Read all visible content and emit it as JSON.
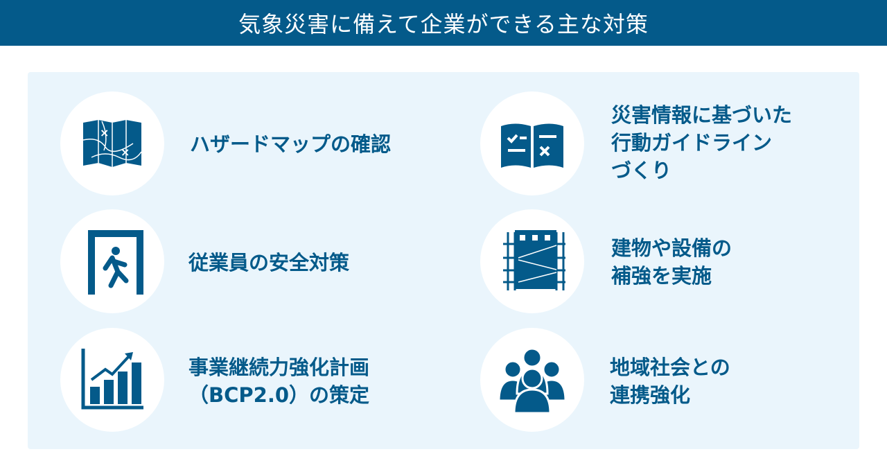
{
  "header": {
    "title": "気象災害に備えて企業ができる主な対策"
  },
  "items": [
    {
      "label": "ハザードマップの確認",
      "icon": "map-icon"
    },
    {
      "label": "災害情報に基づいた\n行動ガイドライン\nづくり",
      "icon": "guidebook-icon"
    },
    {
      "label": "従業員の安全対策",
      "icon": "emergency-exit-icon"
    },
    {
      "label": "建物や設備の\n補強を実施",
      "icon": "building-scaffold-icon"
    },
    {
      "label": "事業継続力強化計画\n（BCP2.0）の策定",
      "icon": "growth-chart-icon"
    },
    {
      "label": "地域社会との\n連携強化",
      "icon": "people-group-icon"
    }
  ],
  "colors": {
    "primary": "#045a8a",
    "panel": "#eaf5fc"
  }
}
